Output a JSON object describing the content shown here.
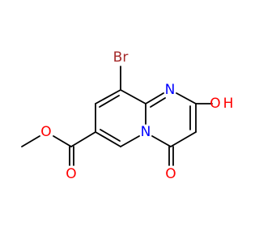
{
  "colors": {
    "background": "#ffffff",
    "carbon_bond": "#000000",
    "nitrogen": "#0000ff",
    "oxygen": "#ff0000",
    "bromine": "#a52a2a"
  },
  "atoms": {
    "br": "Br",
    "n_ring": "N",
    "n_bridge": "N",
    "o_hydroxyl": "O",
    "h_hydroxyl": "H",
    "o_ketone": "O",
    "o_ester_carbonyl": "O",
    "o_ester_ether": "O"
  }
}
